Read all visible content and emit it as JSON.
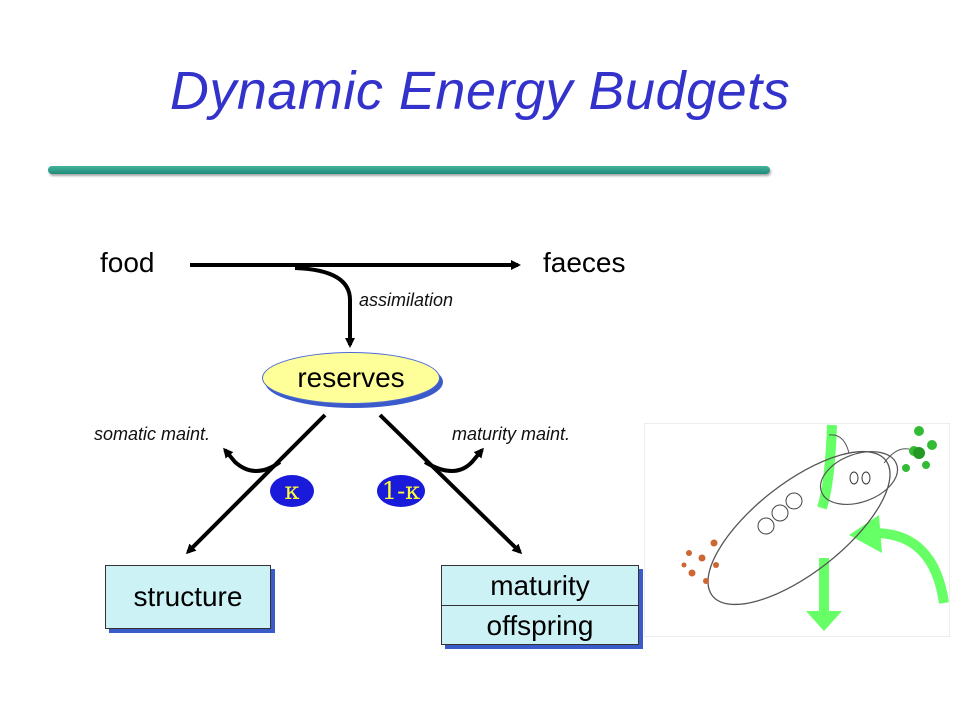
{
  "title": "Dynamic Energy Budgets",
  "diagram": {
    "food": "food",
    "faeces": "faeces",
    "assimilation": "assimilation",
    "reserves": "reserves",
    "somatic_maint": "somatic maint.",
    "maturity_maint": "maturity maint.",
    "kappa": "κ",
    "one_minus_kappa": "1-κ",
    "structure": "structure",
    "maturity": "maturity",
    "offspring": "offspring"
  },
  "colors": {
    "title": "#3333cc",
    "reserves_fill": "#ffff99",
    "box_fill": "#ccf2f5",
    "kappa_fill": "#1a1adb",
    "kappa_text": "#ffff33",
    "arrow_green": "#66ff66"
  }
}
